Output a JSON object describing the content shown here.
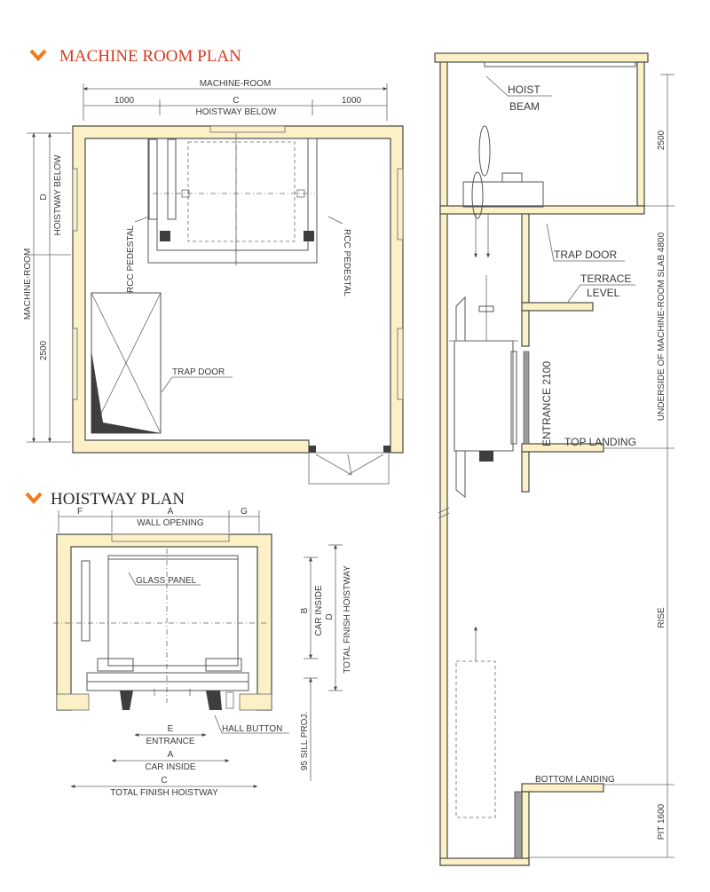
{
  "titles": {
    "machine_room_plan": "MACHINE ROOM PLAN",
    "hoistway_plan": "HOISTWAY PLAN"
  },
  "colors": {
    "title_red": "#d63a1f",
    "chevron_orange": "#f07a1c",
    "wall_fill": "#fbf0c6",
    "line": "#4a4a4a"
  },
  "machine_room": {
    "dim_top": "MACHINE-ROOM",
    "dim_left_1000": "1000",
    "dim_c": "C",
    "dim_right_1000": "1000",
    "hoistway_below": "HOISTWAY BELOW",
    "left_d": "D",
    "left_hoistway_below": "HOISTWAY BELOW",
    "left_machine_room": "MACHINE-ROOM",
    "left_2500": "2500",
    "rcc_pedestal_left": "RCC PEDESTAL",
    "rcc_pedestal_right": "RCC PEDESTAL",
    "trap_door": "TRAP DOOR"
  },
  "hoistway": {
    "dim_f": "F",
    "dim_a": "A",
    "dim_g": "G",
    "wall_opening": "WALL OPENING",
    "glass_panel": "GLASS PANEL",
    "dim_b": "B",
    "car_inside_side": "CAR INSIDE",
    "dim_d": "D",
    "total_finish_hoistway_side": "TOTAL FINISH HOISTWAY",
    "dim_e": "E",
    "entrance": "ENTRANCE",
    "hall_button": "HALL BUTTON",
    "sill_proj": "95 SILL PROJ.",
    "dim_a_bottom": "A",
    "car_inside_bottom": "CAR INSIDE",
    "dim_c_bottom": "C",
    "total_finish_hoistway_bottom": "TOTAL FINISH HOISTWAY"
  },
  "section": {
    "hoist": "HOIST",
    "beam": "BEAM",
    "dim_2500": "2500",
    "underside_slab": "UNDERSIDE OF MACHINE-ROOM SLAB 4800",
    "trap_door": "TRAP DOOR",
    "terrace": "TERRACE",
    "level": "LEVEL",
    "entrance_2100": "ENTRANCE 2100",
    "top_landing": "TOP LANDING",
    "rise": "RISE",
    "bottom_landing": "BOTTOM LANDING",
    "pit_1600": "PIT 1600"
  }
}
